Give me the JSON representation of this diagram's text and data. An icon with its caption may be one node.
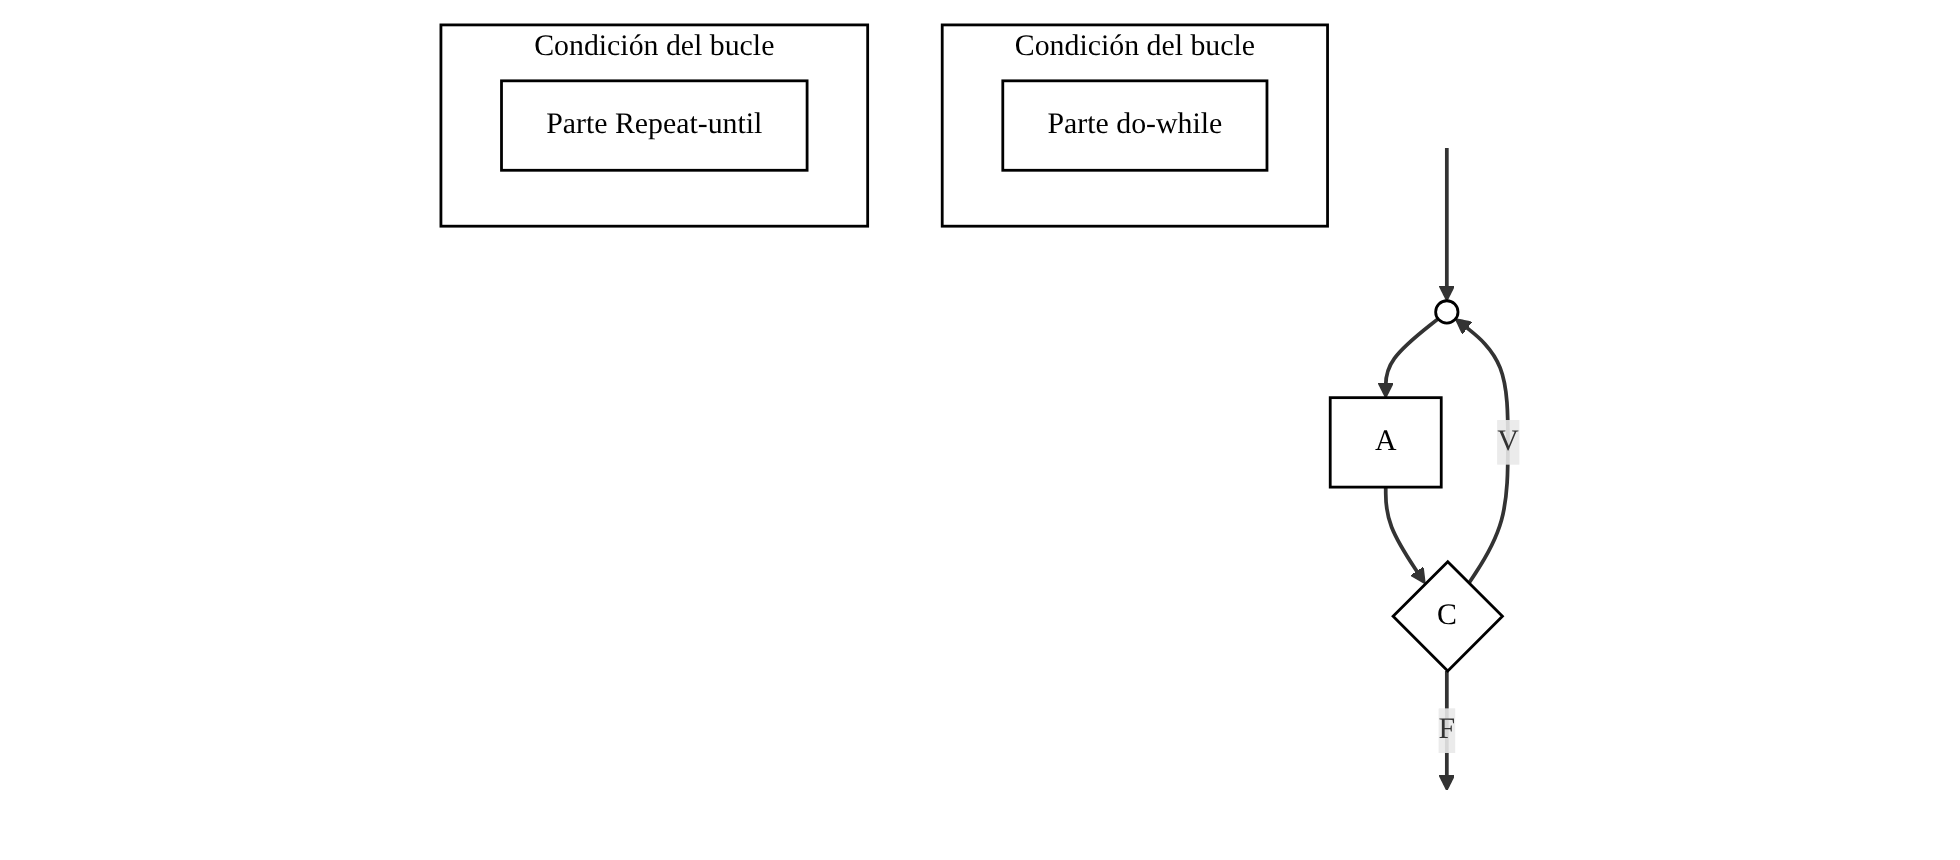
{
  "diagram": {
    "nodes": [
      {
        "text": [],
        "shape": "circle"
      },
      {
        "text": [
          "A"
        ]
      },
      {
        "text": [
          "C"
        ]
      },
      {
        "text": [
          "Condición del bucle"
        ]
      },
      {
        "text": [
          "Parte do-while"
        ],
        "in": 3
      },
      {
        "text": [
          "Condición del bucle"
        ]
      },
      {
        "text": [
          "Parte Repeat-until"
        ],
        "in": 5
      }
    ],
    "edges": [
      {
        "from": null,
        "to": 0,
        "arrow": "to"
      },
      {
        "from": 0,
        "to": 1,
        "arrow": "to"
      },
      {
        "from": 1,
        "to": 2,
        "arrow": "to"
      },
      {
        "from": 2,
        "to": 0,
        "arrow": "to",
        "label": "V"
      },
      {
        "from": 2,
        "to": null,
        "arrow": "to",
        "label": "F"
      }
    ]
  }
}
